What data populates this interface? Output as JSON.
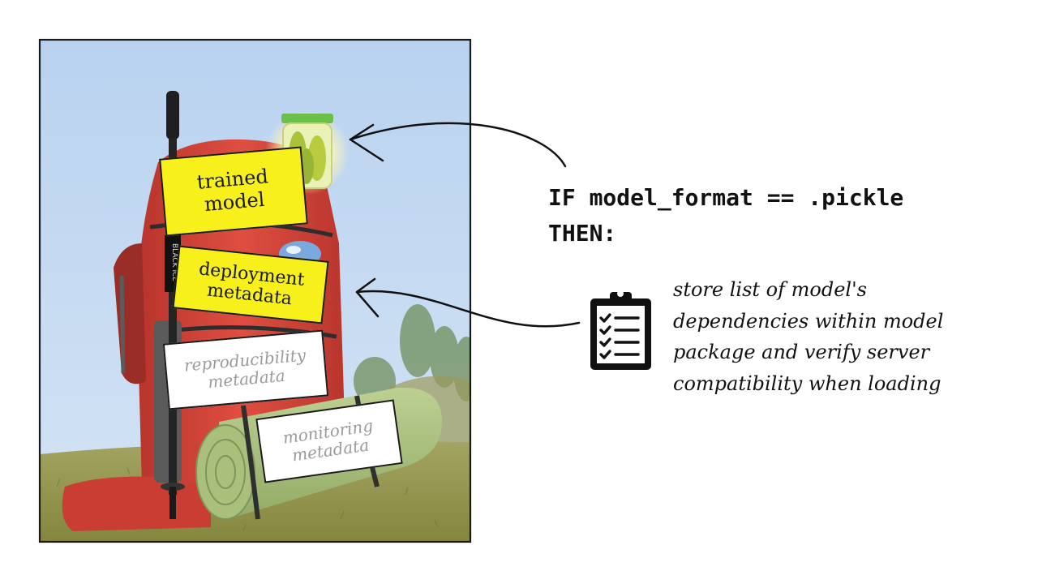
{
  "labels": {
    "trained_model": [
      "trained",
      "model"
    ],
    "deployment_metadata": [
      "deployment",
      "metadata"
    ],
    "reproducibility_metadata": [
      "reproducibility",
      "metadata"
    ],
    "monitoring_metadata": [
      "monitoring",
      "metadata"
    ]
  },
  "rule": {
    "condition": "IF model_format == .pickle",
    "then": "THEN:"
  },
  "action": {
    "lines": [
      "store list of model's",
      "dependencies within model",
      "package and verify server",
      "compatibility when loading"
    ]
  },
  "icons": {
    "jar": "pickle-jar-icon",
    "clipboard": "clipboard-checklist-icon"
  },
  "colors": {
    "sticky_yellow": "#f7f01a",
    "sticky_white": "#ffffff",
    "faded_text": "#9a9a9a",
    "backpack_red": "#d5443a",
    "sky": "#bfd6ee"
  }
}
